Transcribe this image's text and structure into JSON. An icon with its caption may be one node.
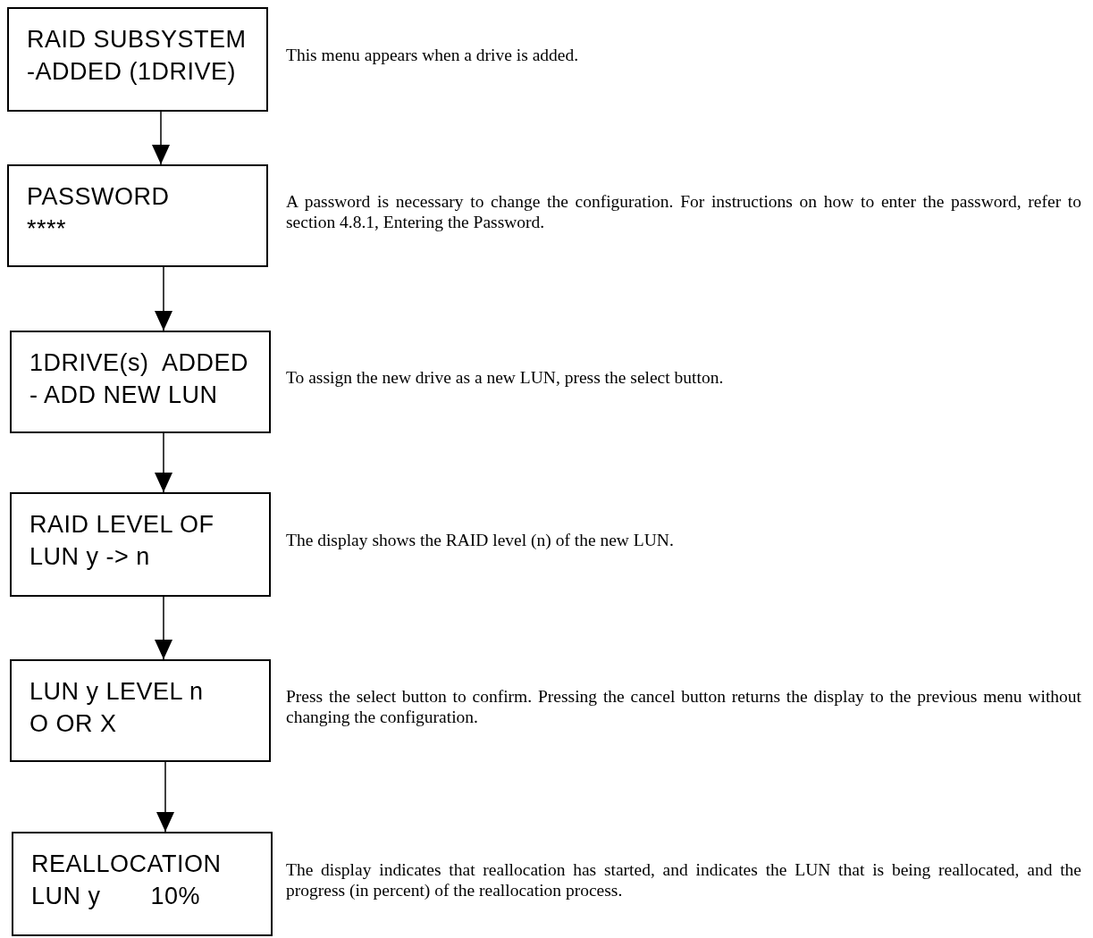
{
  "diagram": {
    "nodes": [
      {
        "text": [
          "RAID SUBSYSTEM",
          "-ADDED (1DRIVE)"
        ],
        "beside": [
          "This menu appears when a drive is added."
        ]
      },
      {
        "text": [
          "PASSWORD",
          "****"
        ],
        "beside": [
          "A password is necessary to change the configuration. For instructions on how to enter the password, refer to section 4.8.1, Entering the Password."
        ]
      },
      {
        "text": [
          "1DRIVE(s)  ADDED",
          "- ADD NEW LUN"
        ],
        "beside": [
          "To assign the new drive as a new LUN, press the select button."
        ]
      },
      {
        "text": [
          "RAID LEVEL OF",
          "LUN y -> n"
        ],
        "beside": [
          "The display shows the RAID level (n) of the new LUN."
        ]
      },
      {
        "text": [
          "LUN y LEVEL n",
          "O OR X"
        ],
        "beside": [
          "Press the select button to confirm.  Pressing the cancel button returns the display to the previous menu without changing the configuration."
        ]
      },
      {
        "text": [
          "REALLOCATION",
          "LUN y       10%"
        ],
        "beside": [
          "The display indicates that reallocation has started, and indicates the LUN that is being reallocated, and the progress (in percent) of the reallocation process."
        ]
      }
    ],
    "edges": [
      {
        "from": 0,
        "to": 1,
        "arrow": "to"
      },
      {
        "from": 1,
        "to": 2,
        "arrow": "to"
      },
      {
        "from": 2,
        "to": 3,
        "arrow": "to"
      },
      {
        "from": 3,
        "to": 4,
        "arrow": "to"
      },
      {
        "from": 4,
        "to": 5,
        "arrow": "to"
      }
    ]
  }
}
